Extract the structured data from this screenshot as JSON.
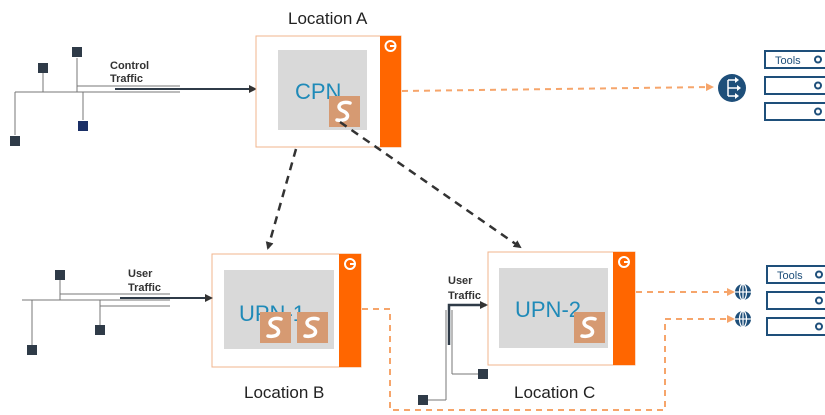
{
  "locations": {
    "a": "Location A",
    "b": "Location B",
    "c": "Location C"
  },
  "nodes": {
    "cpn": "CPN",
    "upn1": "UPN-1",
    "upn2": "UPN-2"
  },
  "traffic": {
    "control_line1": "Control",
    "control_line2": "Traffic",
    "user1_line1": "User",
    "user1_line2": "Traffic",
    "user2_line1": "User",
    "user2_line2": "Traffic"
  },
  "tools": {
    "top_label": "Tools",
    "bottom_label": "Tools"
  },
  "colors": {
    "brand_orange": "#ff6600",
    "dark_blue": "#1e4f7a",
    "node_gray": "#d9d9d9",
    "logo_tan": "#d69a72",
    "dashed_dark": "#333333",
    "dashed_orange": "#f6a56b"
  },
  "icons": [
    "network-fanout-icon",
    "globe-network-icon",
    "brand-logo-icon",
    "server-stack-icon"
  ]
}
